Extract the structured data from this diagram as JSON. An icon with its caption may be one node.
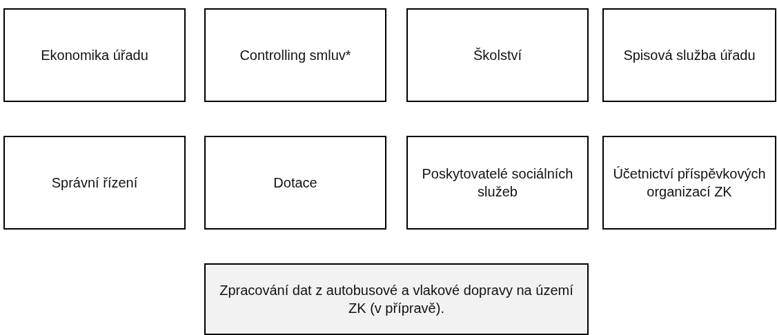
{
  "diagram": {
    "nodes": [
      {
        "text": [
          "Ekonomika úřadu"
        ]
      },
      {
        "text": [
          "Controlling smluv*"
        ]
      },
      {
        "text": [
          "Školství"
        ]
      },
      {
        "text": [
          "Spisová služba úřadu"
        ]
      },
      {
        "text": [
          "Správní řízení"
        ]
      },
      {
        "text": [
          "Dotace"
        ]
      },
      {
        "text": [
          "Poskytovatelé sociálních služeb"
        ]
      },
      {
        "text": [
          "Účetnictví příspěvkových organizací ZK"
        ]
      },
      {
        "text": [
          "Zpracování dat z autobusové a vlakové dopravy na území ZK (v přípravě)."
        ]
      }
    ]
  }
}
